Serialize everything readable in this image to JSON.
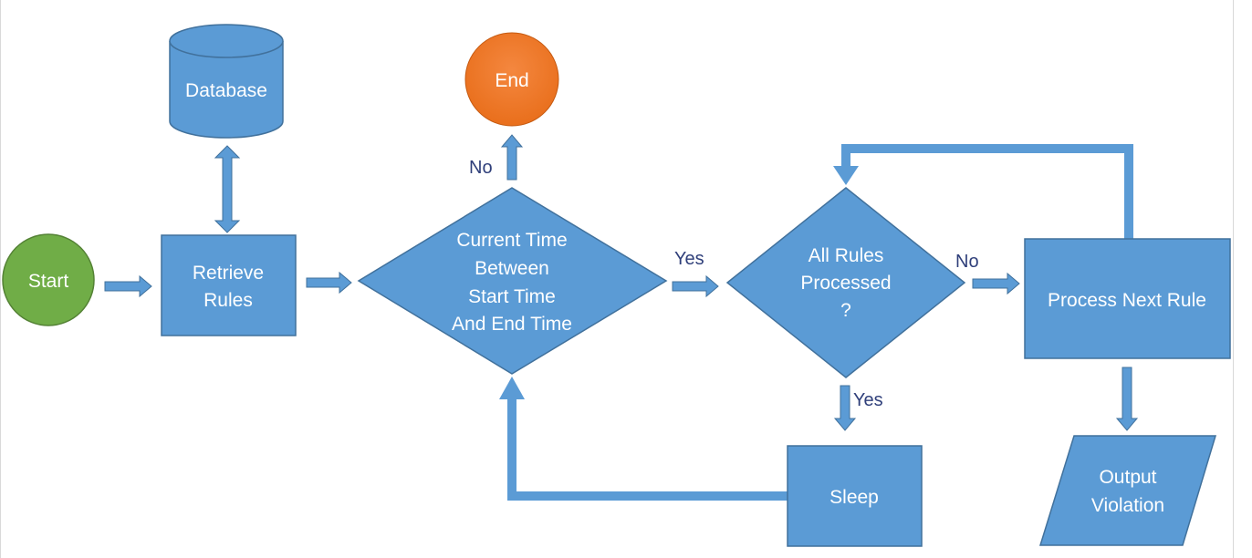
{
  "colors": {
    "shape_fill": "#5b9bd5",
    "shape_stroke": "#41719c",
    "start_fill": "#70ad47",
    "end_fill": "#ed7d31",
    "connector": "#5b9bd5",
    "label_text": "#2f3f7a",
    "node_text": "#ffffff"
  },
  "nodes": {
    "start": {
      "text": "Start"
    },
    "database": {
      "text": "Database"
    },
    "retrieve_rules": {
      "line1": "Retrieve",
      "line2": "Rules"
    },
    "time_check": {
      "line1": "Current Time",
      "line2": "Between",
      "line3": "Start Time",
      "line4": "And End Time"
    },
    "end": {
      "text": "End"
    },
    "all_rules": {
      "line1": "All Rules",
      "line2": "Processed",
      "line3": "?"
    },
    "process_next": {
      "text": "Process Next Rule"
    },
    "sleep": {
      "text": "Sleep"
    },
    "output": {
      "line1": "Output",
      "line2": "Violation"
    }
  },
  "edges": {
    "time_no": "No",
    "time_yes": "Yes",
    "rules_no": "No",
    "rules_yes": "Yes"
  }
}
